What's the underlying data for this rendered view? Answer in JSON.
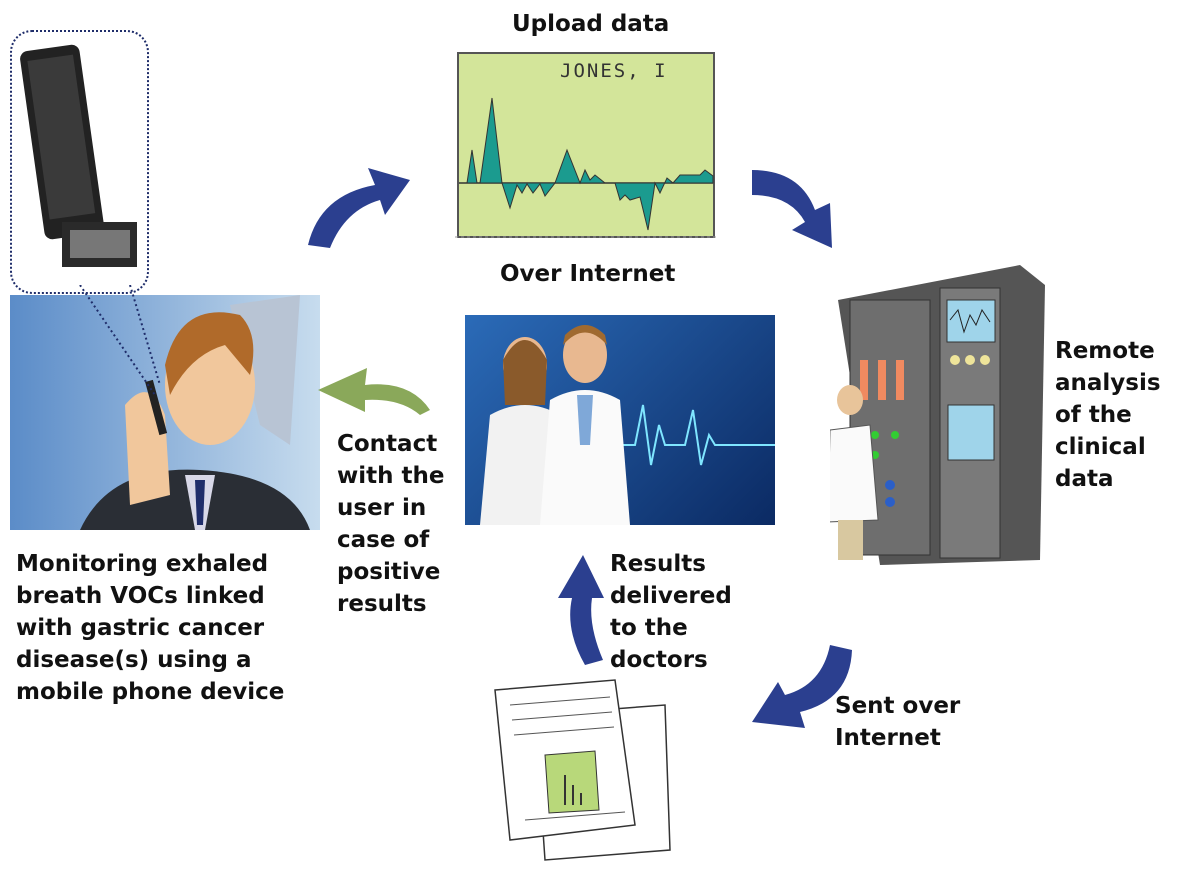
{
  "labels": {
    "upload": "Upload data",
    "over_internet": "Over Internet",
    "remote_analysis": "Remote\nanalysis\nof the\nclinical\ndata",
    "contact": "Contact\nwith the\nuser in\ncase of\npositive\nresults",
    "monitoring": "Monitoring exhaled\nbreath VOCs linked\nwith gastric cancer\ndisease(s) using a\nmobile phone device",
    "results_delivered": "Results\ndelivered\nto the\ndoctors",
    "sent_over": "Sent over\nInternet"
  },
  "chart_card": {
    "patient_name": "JONES, I"
  },
  "colors": {
    "arrow_blue": "#2b3f8f",
    "arrow_green": "#8aa85a",
    "chart_bg": "#d3e59a",
    "chart_fill": "#1b9b8f",
    "doctor_bg": "#0b2a63"
  }
}
